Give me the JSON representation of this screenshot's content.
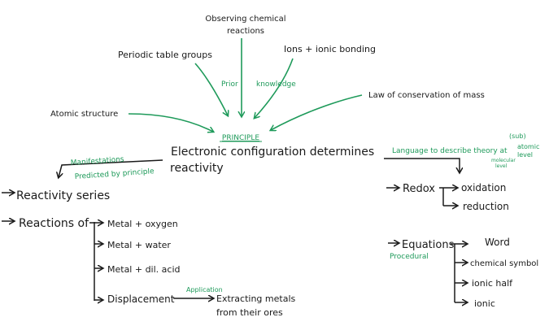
{
  "colors": {
    "ink": "#1a1a1a",
    "accent": "#1e9a5a",
    "background": "#ffffff"
  },
  "prior_knowledge": {
    "observing": [
      "Observing chemical",
      "reactions"
    ],
    "periodic": "Periodic table groups",
    "ions": "Ions + ionic bonding",
    "prior": "Prior",
    "knowledge": "knowledge",
    "conservation": "Law of conservation of mass",
    "atomic": "Atomic structure"
  },
  "principle": {
    "label": "PRINCIPLE",
    "line1": "Electronic configuration determines",
    "line2": "reactivity"
  },
  "manifestations": {
    "label": "Manifestations",
    "predicted": "Predicted by principle",
    "reactivity_series": "Reactivity series",
    "reactions_of": "Reactions of",
    "items": [
      "Metal + oxygen",
      "Metal + water",
      "Metal + dil. acid",
      "Displacement"
    ],
    "application": "Application",
    "extracting": [
      "Extracting metals",
      "from their ores"
    ]
  },
  "language": {
    "label": "Language to describe theory at",
    "sub": "(sub)",
    "atomic_level": [
      "atomic",
      "level"
    ],
    "molecular": [
      "molecular",
      "level"
    ],
    "redox": "Redox",
    "redox_items": [
      "oxidation",
      "reduction"
    ],
    "equations": "Equations",
    "procedural": "Procedural",
    "equation_items": [
      "Word",
      "chemical symbol",
      "ionic half",
      "ionic"
    ]
  }
}
